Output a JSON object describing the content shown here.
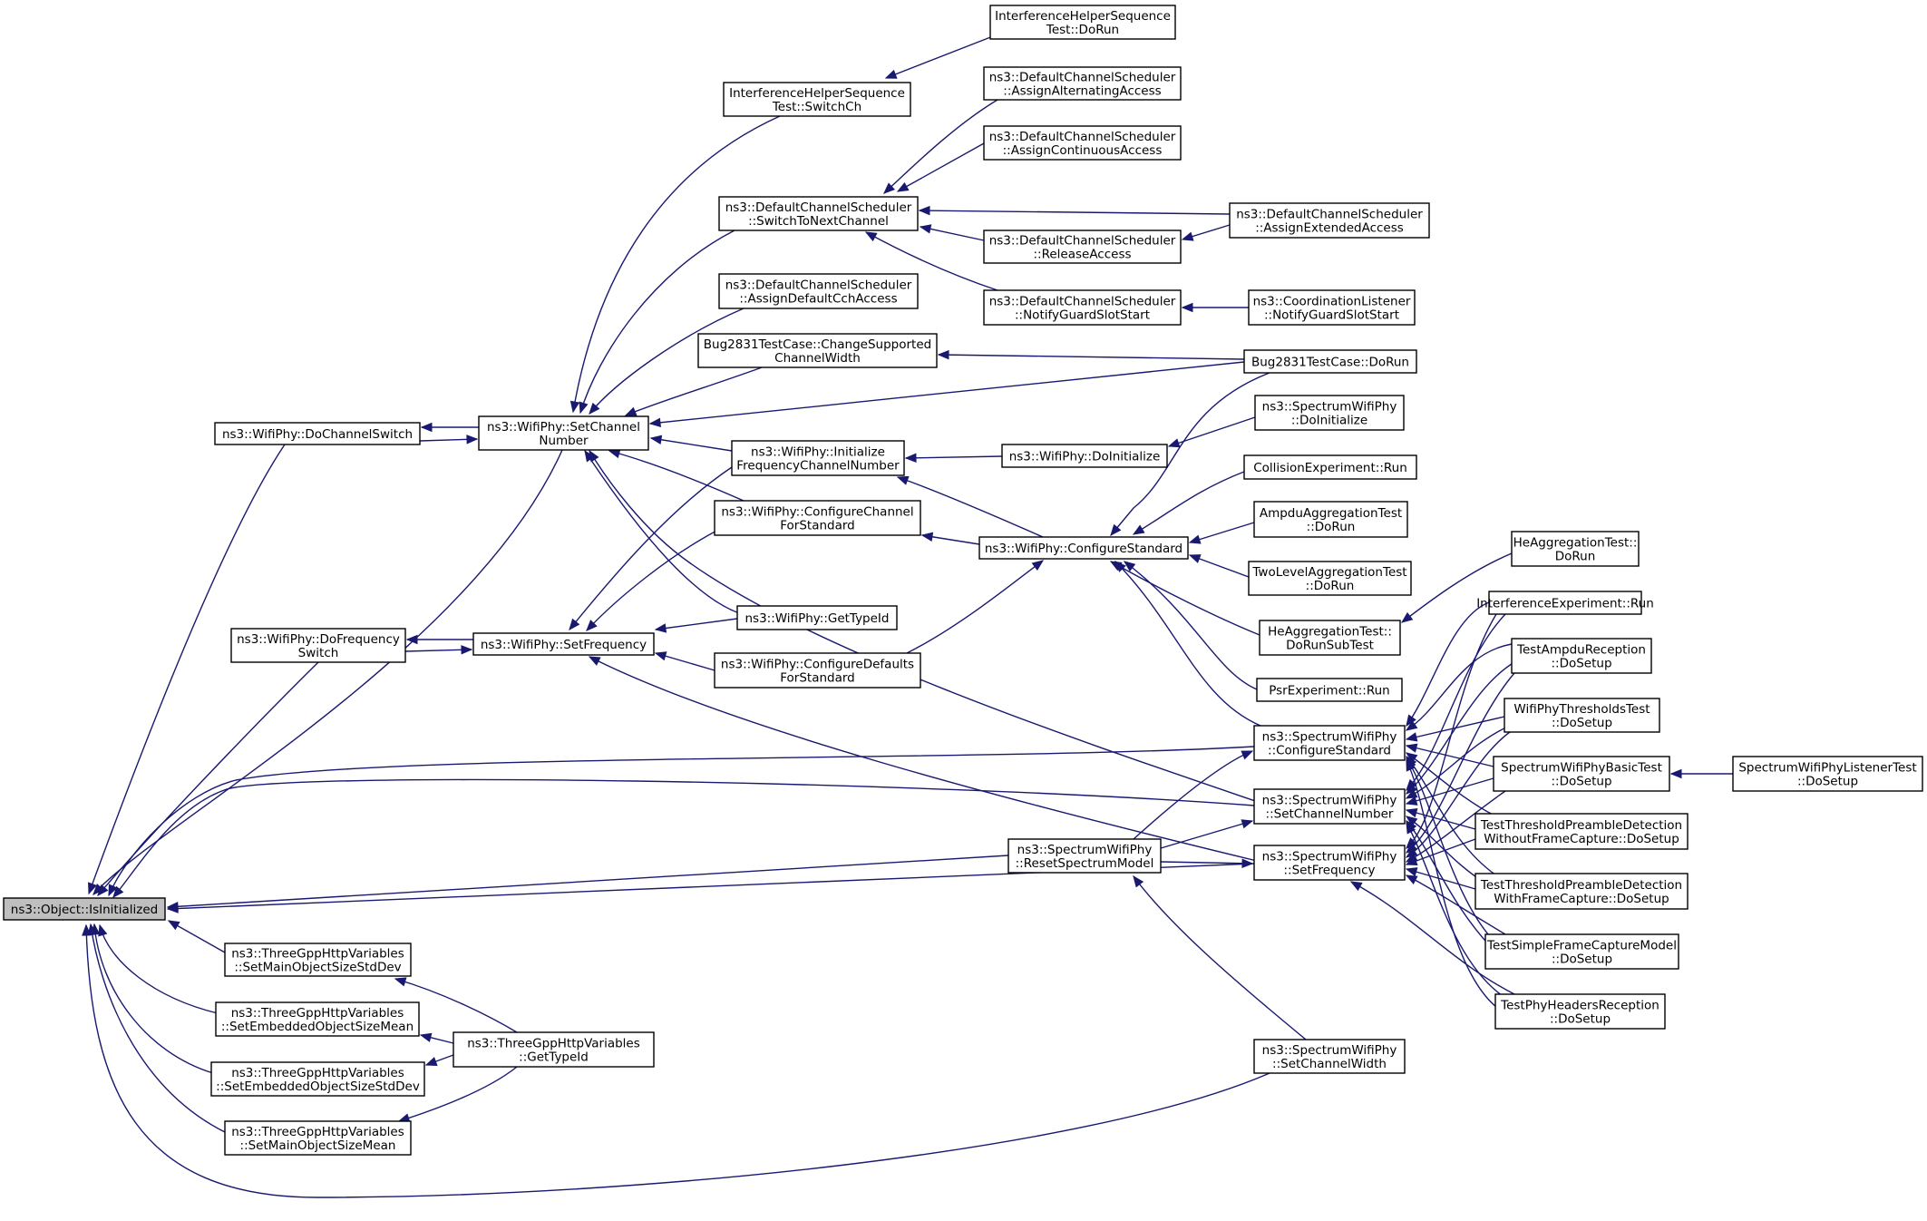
{
  "title": "",
  "root_node": "n0",
  "nodes": [
    {
      "id": "n0",
      "lines": [
        "ns3::Object::IsInitialized"
      ]
    },
    {
      "id": "n1",
      "lines": [
        "ns3::WifiPhy::DoChannelSwitch"
      ]
    },
    {
      "id": "n2",
      "lines": [
        "ns3::WifiPhy::SetChannel",
        "Number"
      ]
    },
    {
      "id": "n3",
      "lines": [
        "InterferenceHelperSequence",
        "Test::DoRun"
      ]
    },
    {
      "id": "n4",
      "lines": [
        "InterferenceHelperSequence",
        "Test::SwitchCh"
      ]
    },
    {
      "id": "n5",
      "lines": [
        "ns3::DefaultChannelScheduler",
        "::AssignAlternatingAccess"
      ]
    },
    {
      "id": "n6",
      "lines": [
        "ns3::DefaultChannelScheduler",
        "::AssignContinuousAccess"
      ]
    },
    {
      "id": "n7",
      "lines": [
        "ns3::DefaultChannelScheduler",
        "::SwitchToNextChannel"
      ]
    },
    {
      "id": "n8",
      "lines": [
        "ns3::DefaultChannelScheduler",
        "::AssignExtendedAccess"
      ]
    },
    {
      "id": "n9",
      "lines": [
        "ns3::DefaultChannelScheduler",
        "::ReleaseAccess"
      ]
    },
    {
      "id": "n10",
      "lines": [
        "ns3::DefaultChannelScheduler",
        "::AssignDefaultCchAccess"
      ]
    },
    {
      "id": "n11",
      "lines": [
        "ns3::DefaultChannelScheduler",
        "::NotifyGuardSlotStart"
      ]
    },
    {
      "id": "n12",
      "lines": [
        "ns3::CoordinationListener",
        "::NotifyGuardSlotStart"
      ]
    },
    {
      "id": "n13",
      "lines": [
        "Bug2831TestCase::ChangeSupported",
        "ChannelWidth"
      ]
    },
    {
      "id": "n14",
      "lines": [
        "Bug2831TestCase::DoRun"
      ]
    },
    {
      "id": "n15",
      "lines": [
        "ns3::SpectrumWifiPhy",
        "::DoInitialize"
      ]
    },
    {
      "id": "n16",
      "lines": [
        "ns3::WifiPhy::Initialize",
        "FrequencyChannelNumber"
      ]
    },
    {
      "id": "n17",
      "lines": [
        "ns3::WifiPhy::DoInitialize"
      ]
    },
    {
      "id": "n18",
      "lines": [
        "CollisionExperiment::Run"
      ]
    },
    {
      "id": "n19",
      "lines": [
        "ns3::WifiPhy::ConfigureChannel",
        "ForStandard"
      ]
    },
    {
      "id": "n20",
      "lines": [
        "ns3::WifiPhy::ConfigureStandard"
      ]
    },
    {
      "id": "n21",
      "lines": [
        "AmpduAggregationTest",
        "::DoRun"
      ]
    },
    {
      "id": "n22",
      "lines": [
        "HeAggregationTest::",
        "DoRun"
      ]
    },
    {
      "id": "n23",
      "lines": [
        "TwoLevelAggregationTest",
        "::DoRun"
      ]
    },
    {
      "id": "n24",
      "lines": [
        "ns3::WifiPhy::DoFrequency",
        "Switch"
      ]
    },
    {
      "id": "n25",
      "lines": [
        "ns3::WifiPhy::SetFrequency"
      ]
    },
    {
      "id": "n26",
      "lines": [
        "ns3::WifiPhy::GetTypeId"
      ]
    },
    {
      "id": "n27",
      "lines": [
        "InterferenceExperiment::Run"
      ]
    },
    {
      "id": "n28",
      "lines": [
        "HeAggregationTest::",
        "DoRunSubTest"
      ]
    },
    {
      "id": "n29",
      "lines": [
        "ns3::WifiPhy::ConfigureDefaults",
        "ForStandard"
      ]
    },
    {
      "id": "n30",
      "lines": [
        "TestAmpduReception",
        "::DoSetup"
      ]
    },
    {
      "id": "n31",
      "lines": [
        "PsrExperiment::Run"
      ]
    },
    {
      "id": "n32",
      "lines": [
        "WifiPhyThresholdsTest",
        "::DoSetup"
      ]
    },
    {
      "id": "n33",
      "lines": [
        "ns3::SpectrumWifiPhy",
        "::ConfigureStandard"
      ]
    },
    {
      "id": "n34",
      "lines": [
        "SpectrumWifiPhyBasicTest",
        "::DoSetup"
      ]
    },
    {
      "id": "n35",
      "lines": [
        "SpectrumWifiPhyListenerTest",
        "::DoSetup"
      ]
    },
    {
      "id": "n36",
      "lines": [
        "ns3::SpectrumWifiPhy",
        "::SetChannelNumber"
      ]
    },
    {
      "id": "n37",
      "lines": [
        "ns3::SpectrumWifiPhy",
        "::ResetSpectrumModel"
      ]
    },
    {
      "id": "n38",
      "lines": [
        "TestThresholdPreambleDetection",
        "WithoutFrameCapture::DoSetup"
      ]
    },
    {
      "id": "n39",
      "lines": [
        "ns3::SpectrumWifiPhy",
        "::SetFrequency"
      ]
    },
    {
      "id": "n40",
      "lines": [
        "TestThresholdPreambleDetection",
        "WithFrameCapture::DoSetup"
      ]
    },
    {
      "id": "n41",
      "lines": [
        "ns3::ThreeGppHttpVariables",
        "::SetMainObjectSizeStdDev"
      ]
    },
    {
      "id": "n42",
      "lines": [
        "TestSimpleFrameCaptureModel",
        "::DoSetup"
      ]
    },
    {
      "id": "n43",
      "lines": [
        "ns3::ThreeGppHttpVariables",
        "::SetEmbeddedObjectSizeMean"
      ]
    },
    {
      "id": "n44",
      "lines": [
        "TestPhyHeadersReception",
        "::DoSetup"
      ]
    },
    {
      "id": "n45",
      "lines": [
        "ns3::ThreeGppHttpVariables",
        "::GetTypeId"
      ]
    },
    {
      "id": "n46",
      "lines": [
        "ns3::ThreeGppHttpVariables",
        "::SetEmbeddedObjectSizeStdDev"
      ]
    },
    {
      "id": "n47",
      "lines": [
        "ns3::SpectrumWifiPhy",
        "::SetChannelWidth"
      ]
    },
    {
      "id": "n48",
      "lines": [
        "ns3::ThreeGppHttpVariables",
        "::SetMainObjectSizeMean"
      ]
    }
  ],
  "edges": [
    [
      "n1",
      "n0"
    ],
    [
      "n2",
      "n0"
    ],
    [
      "n24",
      "n0"
    ],
    [
      "n33",
      "n0"
    ],
    [
      "n36",
      "n0"
    ],
    [
      "n37",
      "n0"
    ],
    [
      "n39",
      "n0"
    ],
    [
      "n41",
      "n0"
    ],
    [
      "n43",
      "n0"
    ],
    [
      "n46",
      "n0"
    ],
    [
      "n48",
      "n0"
    ],
    [
      "n47",
      "n0"
    ],
    [
      "n2",
      "n1"
    ],
    [
      "n1",
      "n2"
    ],
    [
      "n4",
      "n2"
    ],
    [
      "n7",
      "n2"
    ],
    [
      "n10",
      "n2"
    ],
    [
      "n13",
      "n2"
    ],
    [
      "n14",
      "n2"
    ],
    [
      "n16",
      "n2"
    ],
    [
      "n19",
      "n2"
    ],
    [
      "n26",
      "n2"
    ],
    [
      "n36",
      "n2"
    ],
    [
      "n3",
      "n4"
    ],
    [
      "n5",
      "n7"
    ],
    [
      "n6",
      "n7"
    ],
    [
      "n8",
      "n7"
    ],
    [
      "n9",
      "n7"
    ],
    [
      "n11",
      "n7"
    ],
    [
      "n8",
      "n9"
    ],
    [
      "n12",
      "n11"
    ],
    [
      "n14",
      "n13"
    ],
    [
      "n17",
      "n16"
    ],
    [
      "n20",
      "n16"
    ],
    [
      "n15",
      "n17"
    ],
    [
      "n20",
      "n19"
    ],
    [
      "n29",
      "n20"
    ],
    [
      "n14",
      "n20"
    ],
    [
      "n18",
      "n20"
    ],
    [
      "n21",
      "n20"
    ],
    [
      "n23",
      "n20"
    ],
    [
      "n28",
      "n20"
    ],
    [
      "n31",
      "n20"
    ],
    [
      "n33",
      "n20"
    ],
    [
      "n22",
      "n28"
    ],
    [
      "n25",
      "n24"
    ],
    [
      "n24",
      "n25"
    ],
    [
      "n16",
      "n25"
    ],
    [
      "n19",
      "n25"
    ],
    [
      "n26",
      "n25"
    ],
    [
      "n29",
      "n25"
    ],
    [
      "n39",
      "n25"
    ],
    [
      "n27",
      "n33"
    ],
    [
      "n30",
      "n33"
    ],
    [
      "n32",
      "n33"
    ],
    [
      "n34",
      "n33"
    ],
    [
      "n38",
      "n33"
    ],
    [
      "n40",
      "n33"
    ],
    [
      "n42",
      "n33"
    ],
    [
      "n44",
      "n33"
    ],
    [
      "n37",
      "n33"
    ],
    [
      "n27",
      "n36"
    ],
    [
      "n30",
      "n36"
    ],
    [
      "n32",
      "n36"
    ],
    [
      "n34",
      "n36"
    ],
    [
      "n38",
      "n36"
    ],
    [
      "n40",
      "n36"
    ],
    [
      "n42",
      "n36"
    ],
    [
      "n44",
      "n36"
    ],
    [
      "n37",
      "n36"
    ],
    [
      "n27",
      "n39"
    ],
    [
      "n30",
      "n39"
    ],
    [
      "n32",
      "n39"
    ],
    [
      "n34",
      "n39"
    ],
    [
      "n38",
      "n39"
    ],
    [
      "n40",
      "n39"
    ],
    [
      "n42",
      "n39"
    ],
    [
      "n44",
      "n39"
    ],
    [
      "n37",
      "n39"
    ],
    [
      "n35",
      "n34"
    ],
    [
      "n47",
      "n37"
    ],
    [
      "n45",
      "n41"
    ],
    [
      "n45",
      "n43"
    ],
    [
      "n45",
      "n46"
    ],
    [
      "n45",
      "n48"
    ]
  ]
}
